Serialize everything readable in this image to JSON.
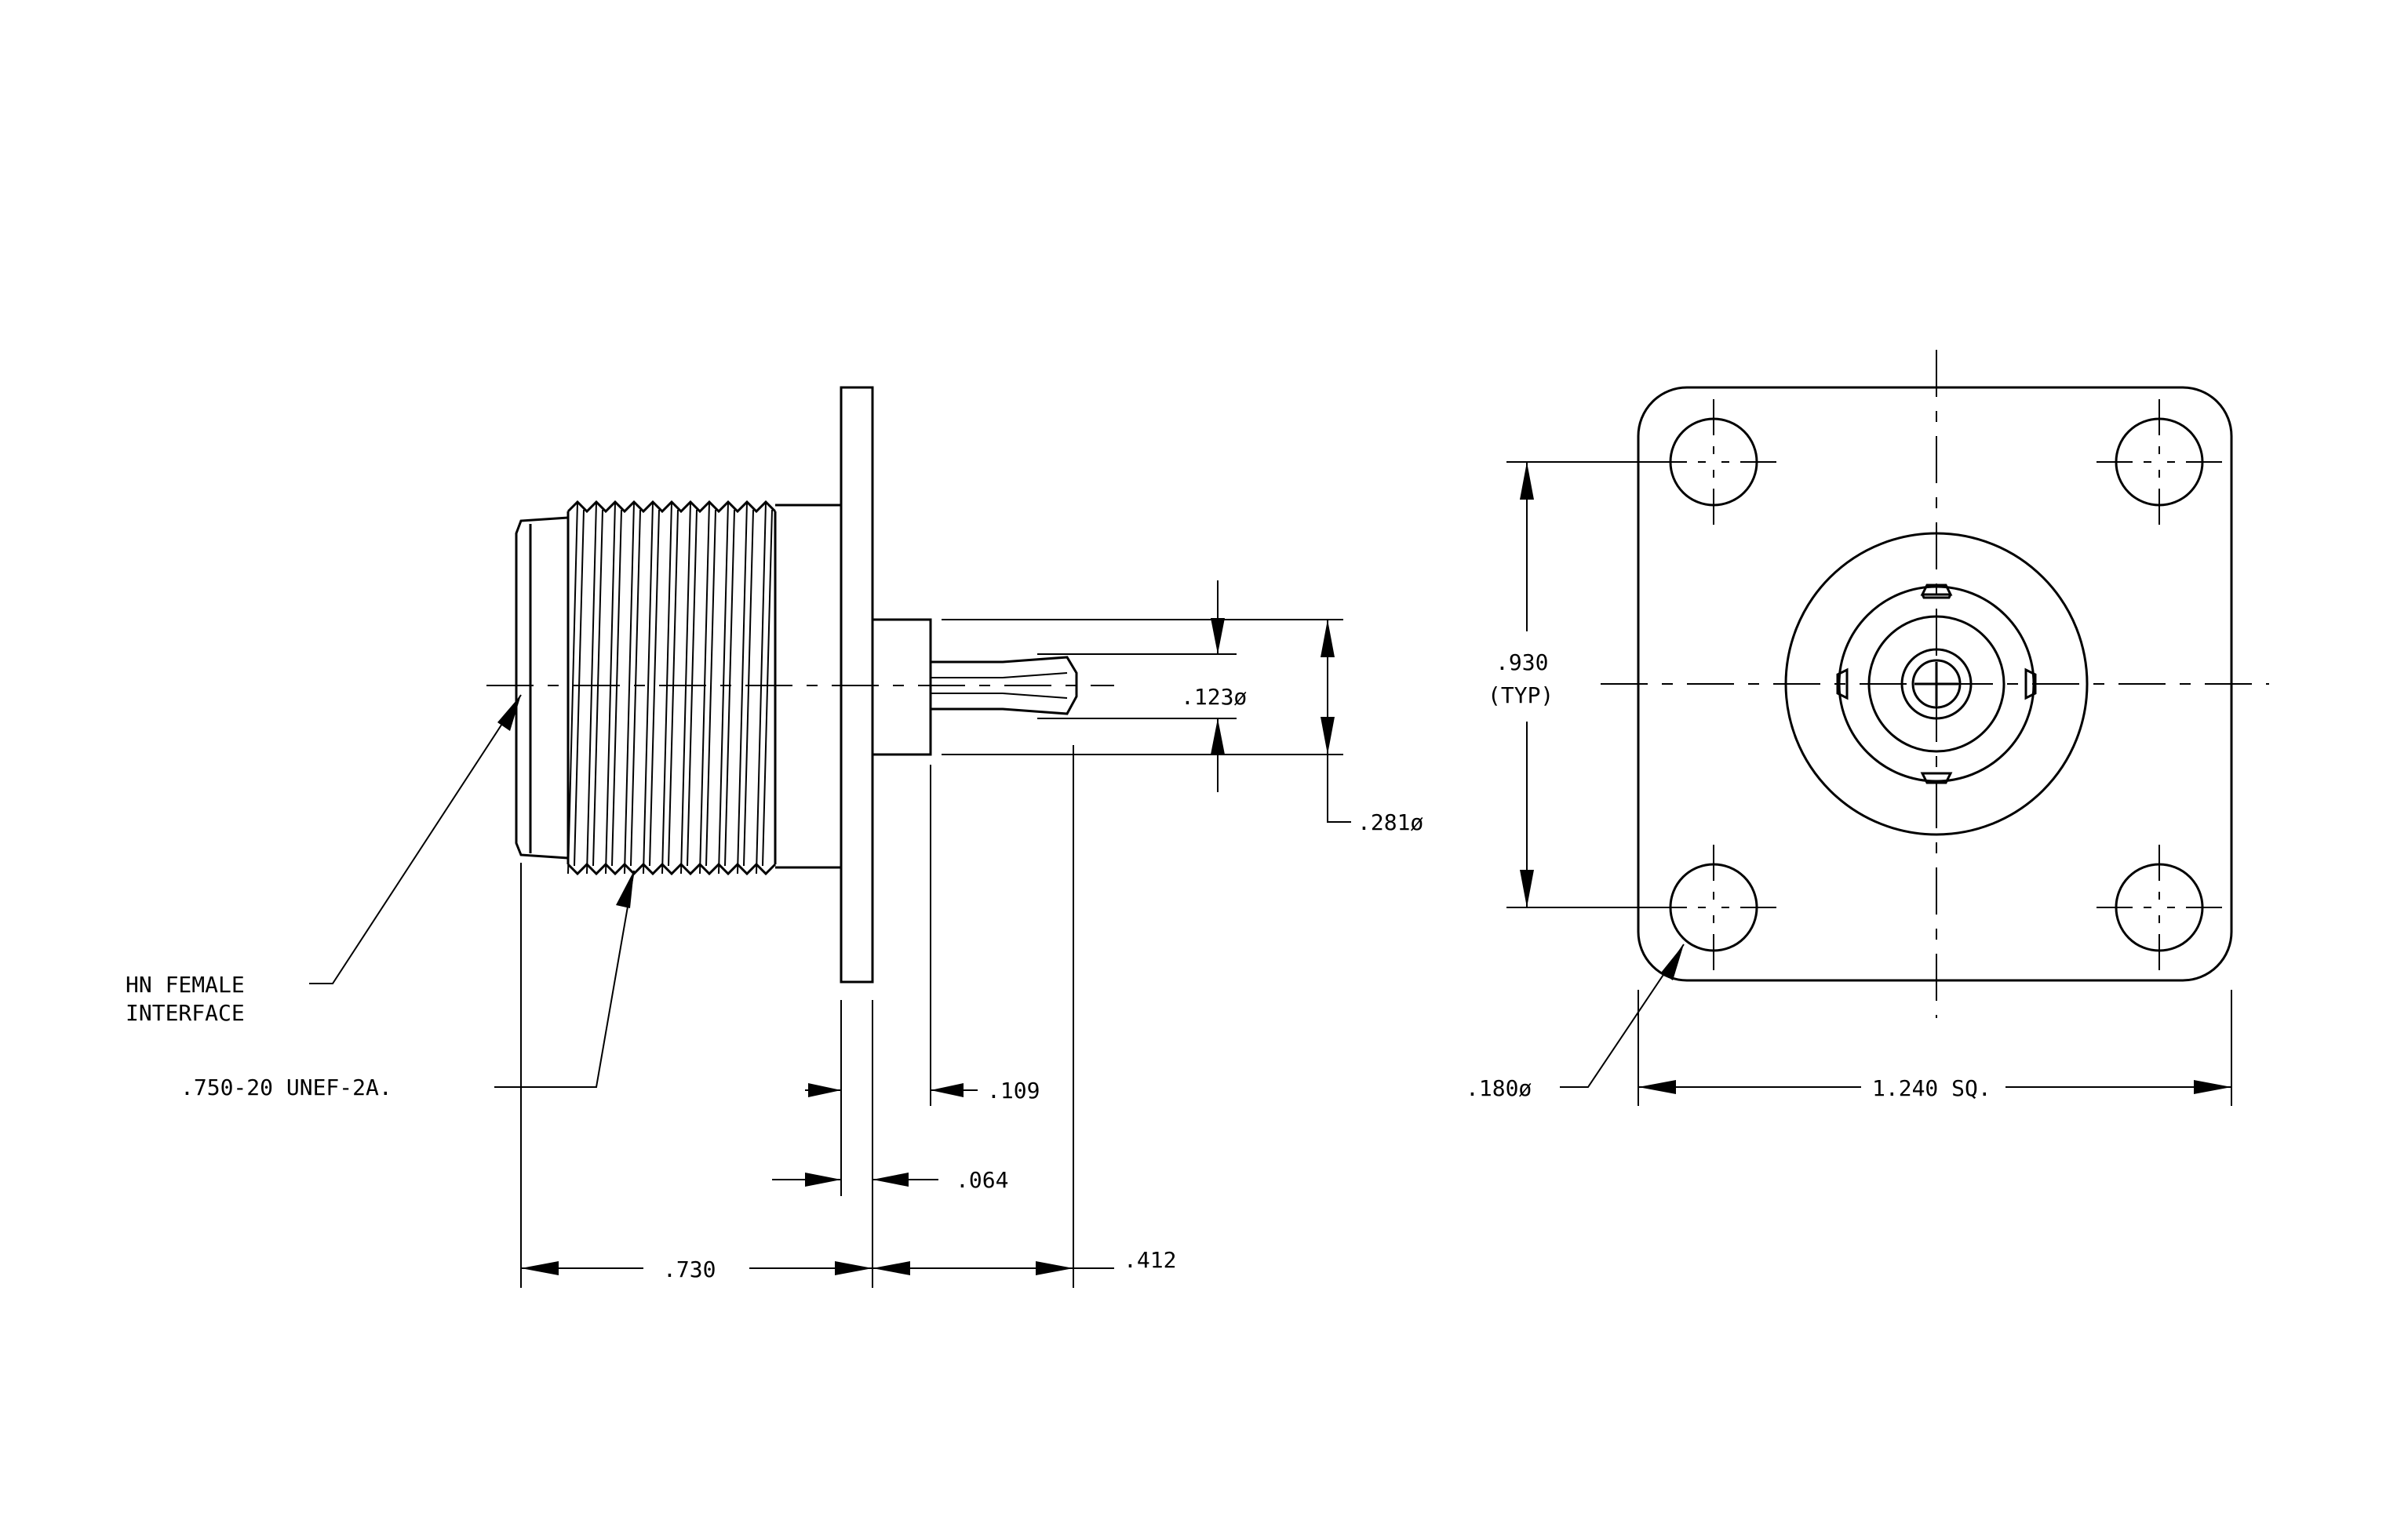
{
  "side_view": {
    "interface_label": [
      "HN  FEMALE",
      "INTERFACE"
    ],
    "thread_label": ".750-20  UNEF-2A.",
    "dims": {
      "overall_body": ".730",
      "pin_length": ".412",
      "flange": ".064",
      "pin_step": ".109",
      "pin_dia": ".123ø",
      "boss_dia": ".281ø"
    }
  },
  "front_view": {
    "hole_spacing": [
      ".930",
      "(TYP)"
    ],
    "hole_dia": ".180ø",
    "flange_size": "1.240 SQ."
  }
}
